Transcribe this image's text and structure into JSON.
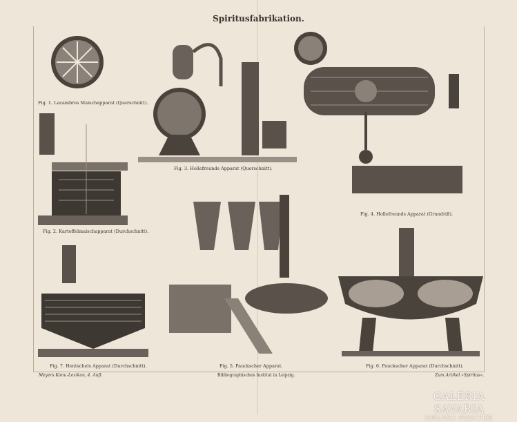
{
  "title": "Spiritusfabrikation.",
  "figures": [
    {
      "caption": "Fig. 1. Lacambres Maischapparat (Querschnitt)."
    },
    {
      "caption": "Fig. 2. Kartoffelmaischapparat (Durchschnitt)."
    },
    {
      "caption": "Fig. 3. Hollefreunds Apparat (Querschnitt)."
    },
    {
      "caption": "Fig. 4. Hollefreunds Apparat (Grundriß)."
    },
    {
      "caption": "Fig. 5. Pauckscher Apparat."
    },
    {
      "caption": "Fig. 6. Pauckscher Apparat (Durchschnitt)."
    },
    {
      "caption": "Fig. 7. Hentschels Apparat (Durchschnitt)."
    }
  ],
  "footer": {
    "left": "Meyers Konv.-Lexikon, 4. Aufl.",
    "center": "Bibliographisches Institut in Leipzig.",
    "right": "Zum Artikel »Spiritus«."
  },
  "watermark": {
    "line1": "GALÉRIA SAVARIA",
    "line2": "ONLINE PIACTER"
  }
}
